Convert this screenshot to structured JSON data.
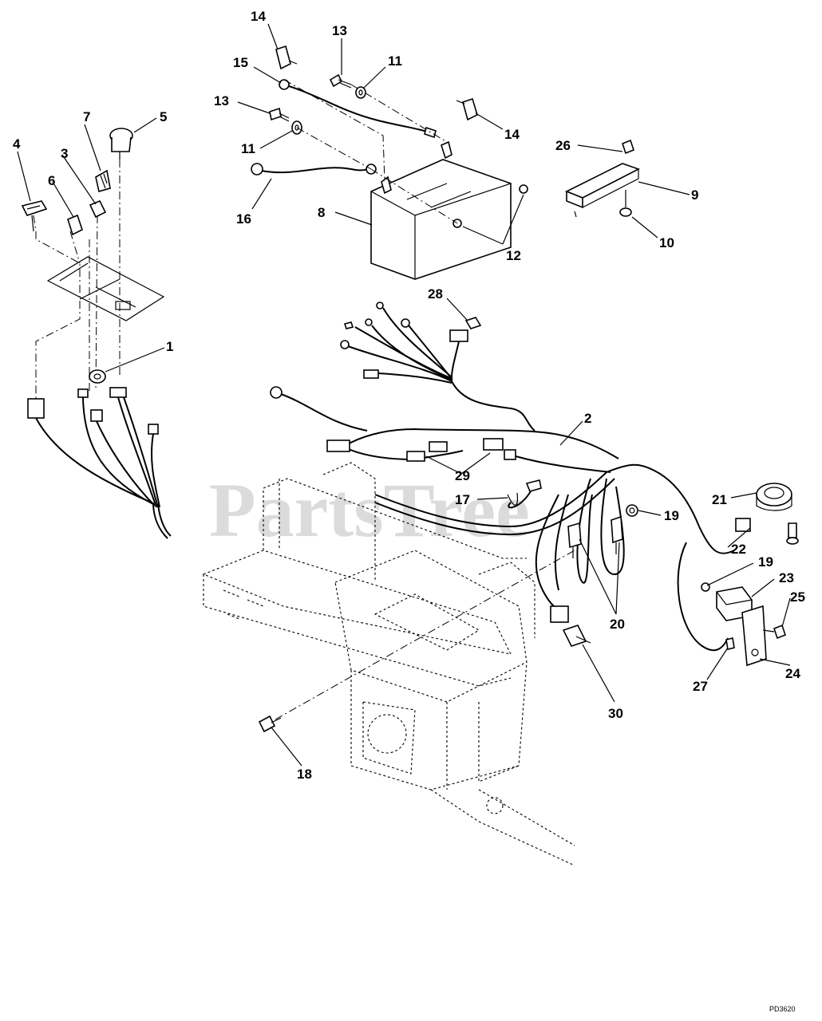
{
  "watermark": "PartsTree",
  "drawing_code": "PD3620",
  "callouts": {
    "c1": "1",
    "c2": "2",
    "c3": "3",
    "c4": "4",
    "c5": "5",
    "c6": "6",
    "c7": "7",
    "c8": "8",
    "c9": "9",
    "c10": "10",
    "c11a": "11",
    "c11b": "11",
    "c12": "12",
    "c13a": "13",
    "c13b": "13",
    "c14a": "14",
    "c14b": "14",
    "c15": "15",
    "c16": "16",
    "c17": "17",
    "c18": "18",
    "c19a": "19",
    "c19b": "19",
    "c20": "20",
    "c21": "21",
    "c22": "22",
    "c23": "23",
    "c24": "24",
    "c25": "25",
    "c26": "26",
    "c27": "27",
    "c28": "28",
    "c29": "29",
    "c30": "30"
  }
}
